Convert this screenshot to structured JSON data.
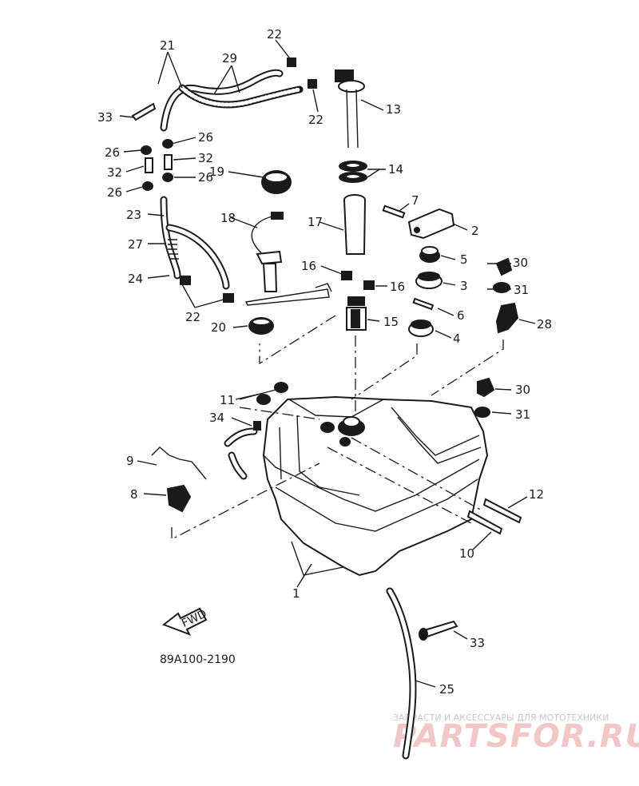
{
  "diagram": {
    "code": "89A100-2190",
    "fwd_label": "FWD",
    "labels": {
      "l1": "1",
      "l2": "2",
      "l3": "3",
      "l4": "4",
      "l5": "5",
      "l6": "6",
      "l7": "7",
      "l8": "8",
      "l9": "9",
      "l10": "10",
      "l11": "11",
      "l12": "12",
      "l13": "13",
      "l14": "14",
      "l15": "15",
      "l16a": "16",
      "l16b": "16",
      "l17": "17",
      "l18": "18",
      "l19": "19",
      "l20": "20",
      "l21": "21",
      "l22a": "22",
      "l22b": "22",
      "l22c": "22",
      "l23": "23",
      "l24": "24",
      "l25": "25",
      "l26a": "26",
      "l26b": "26",
      "l26c": "26",
      "l26d": "26",
      "l27": "27",
      "l28": "28",
      "l29": "29",
      "l30a": "30",
      "l30b": "30",
      "l31a": "31",
      "l31b": "31",
      "l32a": "32",
      "l32b": "32",
      "l33a": "33",
      "l33b": "33",
      "l34": "34"
    }
  },
  "watermark": {
    "tagline": "ЗАПЧАСТИ И АКСЕССУАРЫ ДЛЯ МОТОТЕХНИКИ",
    "brand": "PARTSFOR.RU"
  }
}
